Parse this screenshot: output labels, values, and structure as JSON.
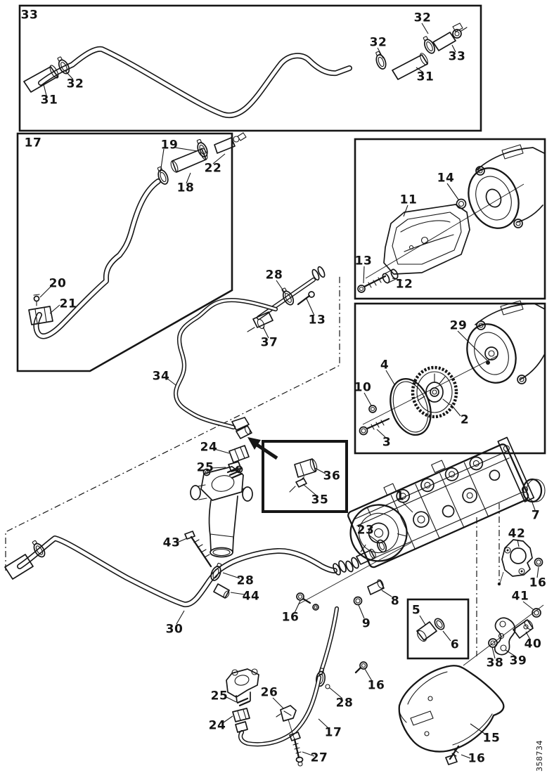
{
  "figure": {
    "drawing_number": "358734"
  },
  "colors": {
    "line": "#161616",
    "background": "#ffffff"
  },
  "callouts": {
    "boxA_label": "33",
    "a31L": "31",
    "a32L": "32",
    "a32M": "32",
    "a32R": "32",
    "a31R": "31",
    "a33R": "33",
    "boxB_label": "17",
    "b19": "19",
    "b22": "22",
    "b18": "18",
    "b20": "20",
    "b21": "21",
    "c14": "14",
    "c11": "11",
    "c13": "13",
    "c12": "12",
    "d29": "29",
    "d4": "4",
    "d10": "10",
    "d2": "2",
    "d3": "3",
    "m28": "28",
    "m13": "13",
    "m37": "37",
    "m34": "34",
    "m24": "24",
    "m25": "25",
    "e36": "36",
    "e35": "35",
    "p1": "1",
    "p7": "7",
    "p23": "23",
    "p42": "42",
    "p16b": "16",
    "p41": "41",
    "p40": "40",
    "p39": "39",
    "p38": "38",
    "p43": "43",
    "p28h": "28",
    "p44": "44",
    "p30": "30",
    "p8": "8",
    "p9": "9",
    "p16a": "16",
    "f5": "5",
    "f6": "6",
    "q25": "25",
    "q26": "26",
    "q24": "24",
    "q17": "17",
    "q27": "27",
    "q28": "28",
    "q16c": "16",
    "s15": "15",
    "s16d": "16"
  }
}
